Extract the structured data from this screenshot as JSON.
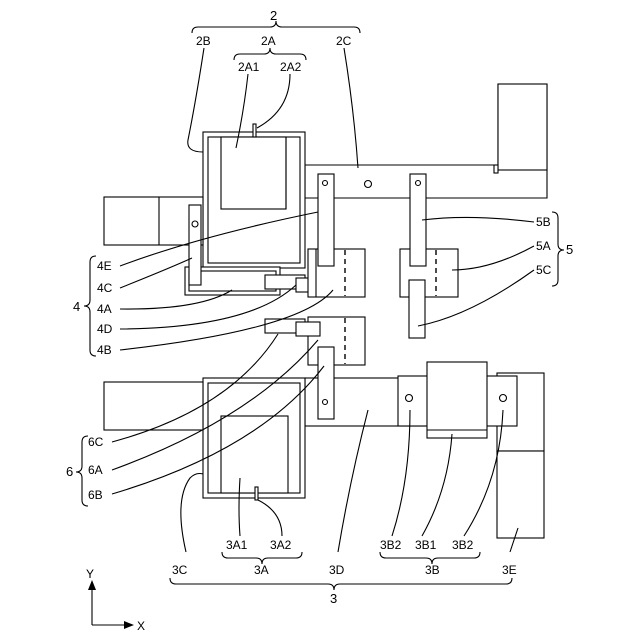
{
  "labels": {
    "n2": "2",
    "n2A": "2A",
    "n2B": "2B",
    "n2C": "2C",
    "n2A1": "2A1",
    "n2A2": "2A2",
    "n4": "4",
    "n4E": "4E",
    "n4C": "4C",
    "n4A": "4A",
    "n4D": "4D",
    "n4B": "4B",
    "n5": "5",
    "n5B": "5B",
    "n5A": "5A",
    "n5C": "5C",
    "n6": "6",
    "n6C": "6C",
    "n6A": "6A",
    "n6B": "6B",
    "n3": "3",
    "n3A": "3A",
    "n3B": "3B",
    "n3C": "3C",
    "n3D": "3D",
    "n3E": "3E",
    "n3A1": "3A1",
    "n3A2": "3A2",
    "n3B1": "3B1",
    "n3B2a": "3B2",
    "n3B2b": "3B2"
  },
  "axes": {
    "y": "Y",
    "x": "X"
  }
}
